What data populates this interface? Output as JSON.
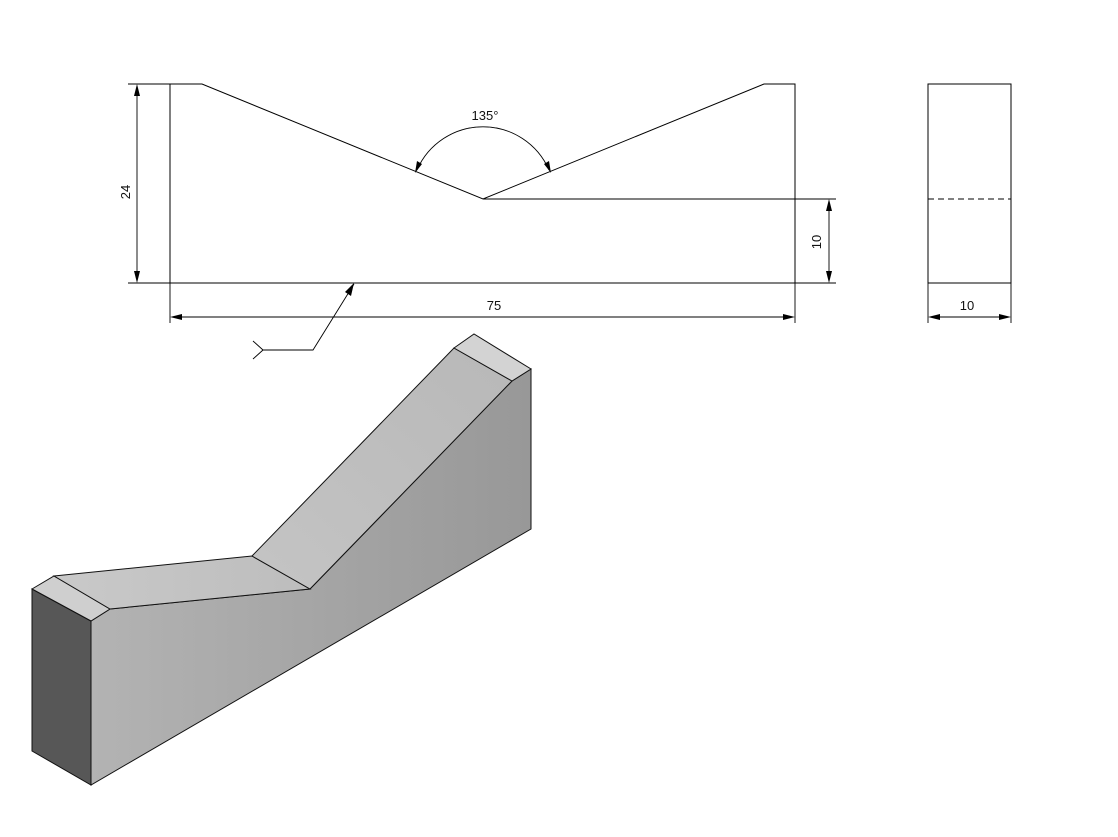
{
  "dimensions": {
    "height_total": "24",
    "height_base": "10",
    "length": "75",
    "width": "10",
    "angle": "135°"
  },
  "colors": {
    "line": "#000000",
    "face_front": "#a2a2a2",
    "face_top": "#c2c2c2",
    "face_end": "#575757",
    "face_bevel": "#cfcfcf"
  }
}
